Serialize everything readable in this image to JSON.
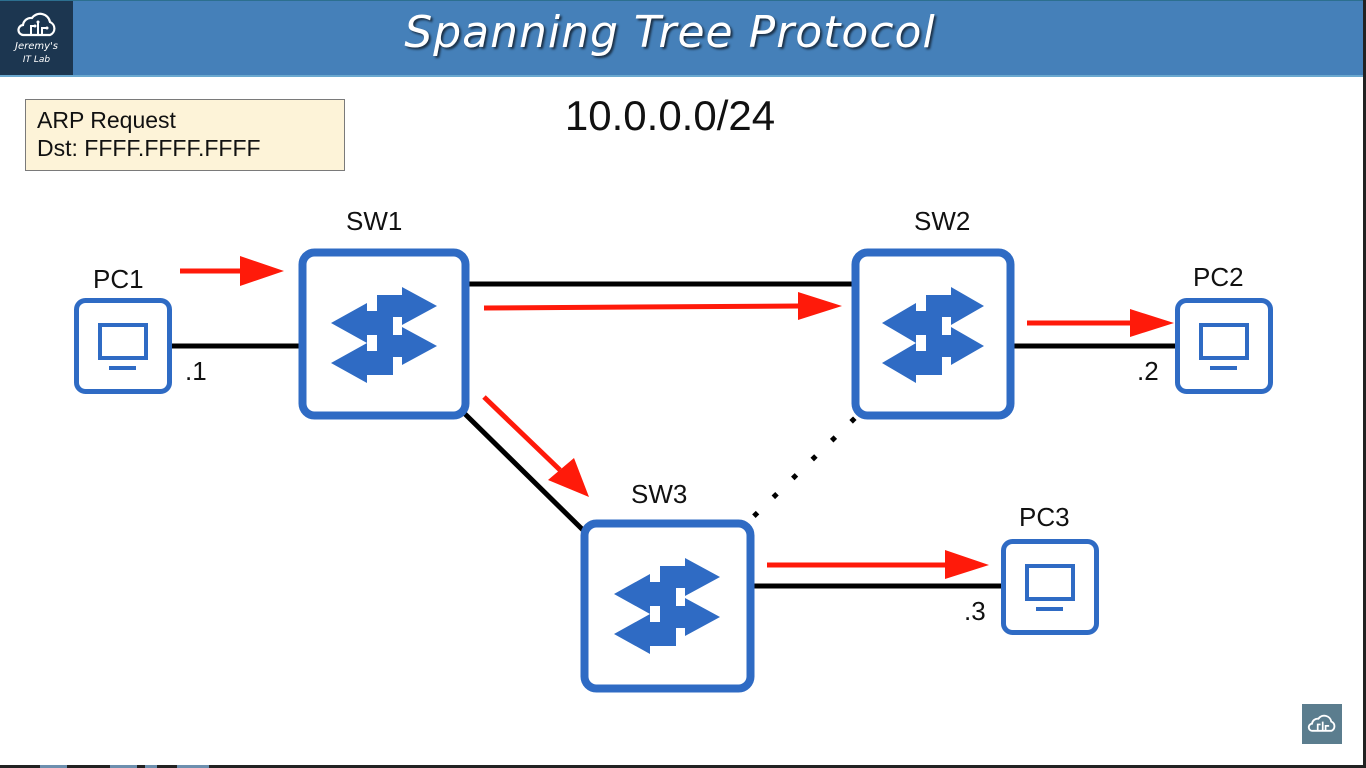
{
  "header": {
    "title": "Spanning Tree Protocol",
    "logo_line1": "Jeremy's",
    "logo_line2": "IT Lab",
    "logo_icon": "cloud-circuit-icon",
    "background_color": "#4580b9",
    "logo_background_color": "#1c3650"
  },
  "note": {
    "line1": "ARP Request",
    "line2": "Dst: FFFF.FFFF.FFFF",
    "background_color": "#fdf3d8"
  },
  "subnet": "10.0.0.0/24",
  "colors": {
    "device_blue": "#2f6bc4",
    "arrow_red": "#ff1a0a",
    "link_black": "#000000"
  },
  "devices": {
    "switches": [
      {
        "id": "SW1",
        "label": "SW1",
        "icon": "switch-icon"
      },
      {
        "id": "SW2",
        "label": "SW2",
        "icon": "switch-icon"
      },
      {
        "id": "SW3",
        "label": "SW3",
        "icon": "switch-icon"
      }
    ],
    "pcs": [
      {
        "id": "PC1",
        "label": "PC1",
        "ip_suffix": ".1",
        "icon": "pc-monitor-icon"
      },
      {
        "id": "PC2",
        "label": "PC2",
        "ip_suffix": ".2",
        "icon": "pc-monitor-icon"
      },
      {
        "id": "PC3",
        "label": "PC3",
        "ip_suffix": ".3",
        "icon": "pc-monitor-icon"
      }
    ]
  },
  "links": [
    {
      "from": "PC1",
      "to": "SW1",
      "state": "forwarding"
    },
    {
      "from": "SW1",
      "to": "SW2",
      "state": "forwarding"
    },
    {
      "from": "SW1",
      "to": "SW3",
      "state": "forwarding"
    },
    {
      "from": "SW2",
      "to": "SW3",
      "state": "blocked"
    },
    {
      "from": "SW2",
      "to": "PC2",
      "state": "forwarding"
    },
    {
      "from": "SW3",
      "to": "PC3",
      "state": "forwarding"
    }
  ],
  "frame_flow": [
    {
      "from": "PC1",
      "to": "SW1"
    },
    {
      "from": "SW1",
      "to": "SW2"
    },
    {
      "from": "SW1",
      "to": "SW3"
    },
    {
      "from": "SW2",
      "to": "PC2"
    },
    {
      "from": "SW3",
      "to": "PC3"
    }
  ],
  "footer_logo_icon": "cloud-circuit-icon"
}
